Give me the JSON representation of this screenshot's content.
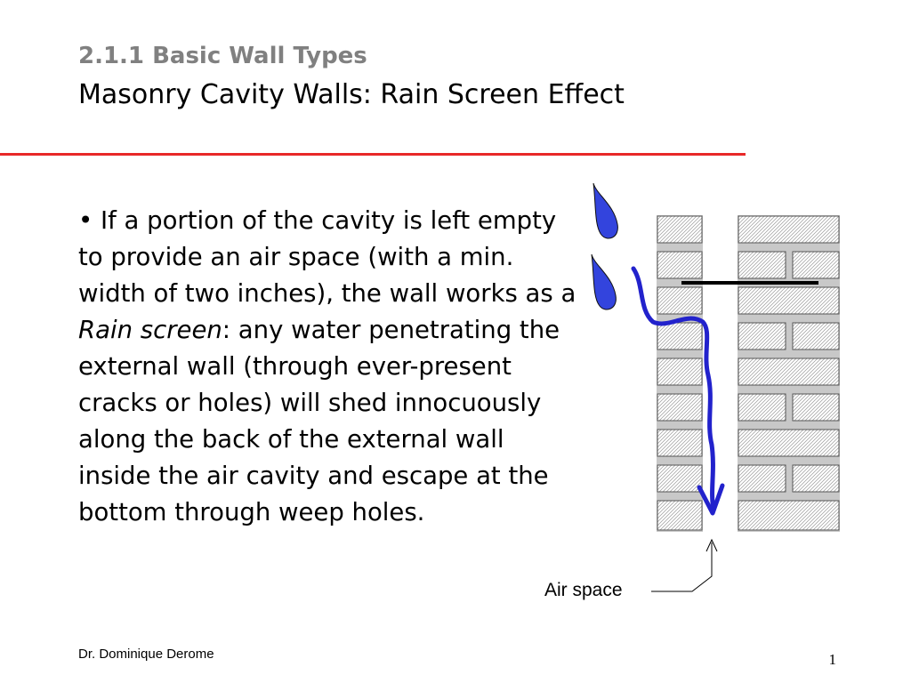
{
  "slide": {
    "subtitle": "2.1.1 Basic Wall Types",
    "title": "Masonry Cavity Walls: Rain Screen Effect",
    "body": {
      "bullet": "•",
      "part1": "If a portion of the cavity is left empty to provide an air space (with a min. width of two inches), the wall works as a ",
      "emphasis": "Rain screen",
      "part2": ": any water penetrating the external wall (through ever-present cracks or holes) will shed innocuously along the back of the external wall inside the air cavity and escape at the bottom through weep holes."
    },
    "diagram": {
      "air_space_label": "Air space"
    },
    "footer": {
      "author": "Dr. Dominique Derome",
      "page_number": "1"
    }
  },
  "colors": {
    "title_rule": "#e82828",
    "subtitle": "#808080",
    "water_flow": "#2222cc",
    "raindrop": "#3344dd",
    "mortar": "#c8c8c8"
  },
  "icons": [
    "raindrop-icon",
    "water-flow-arrow",
    "pointer-arrow"
  ]
}
